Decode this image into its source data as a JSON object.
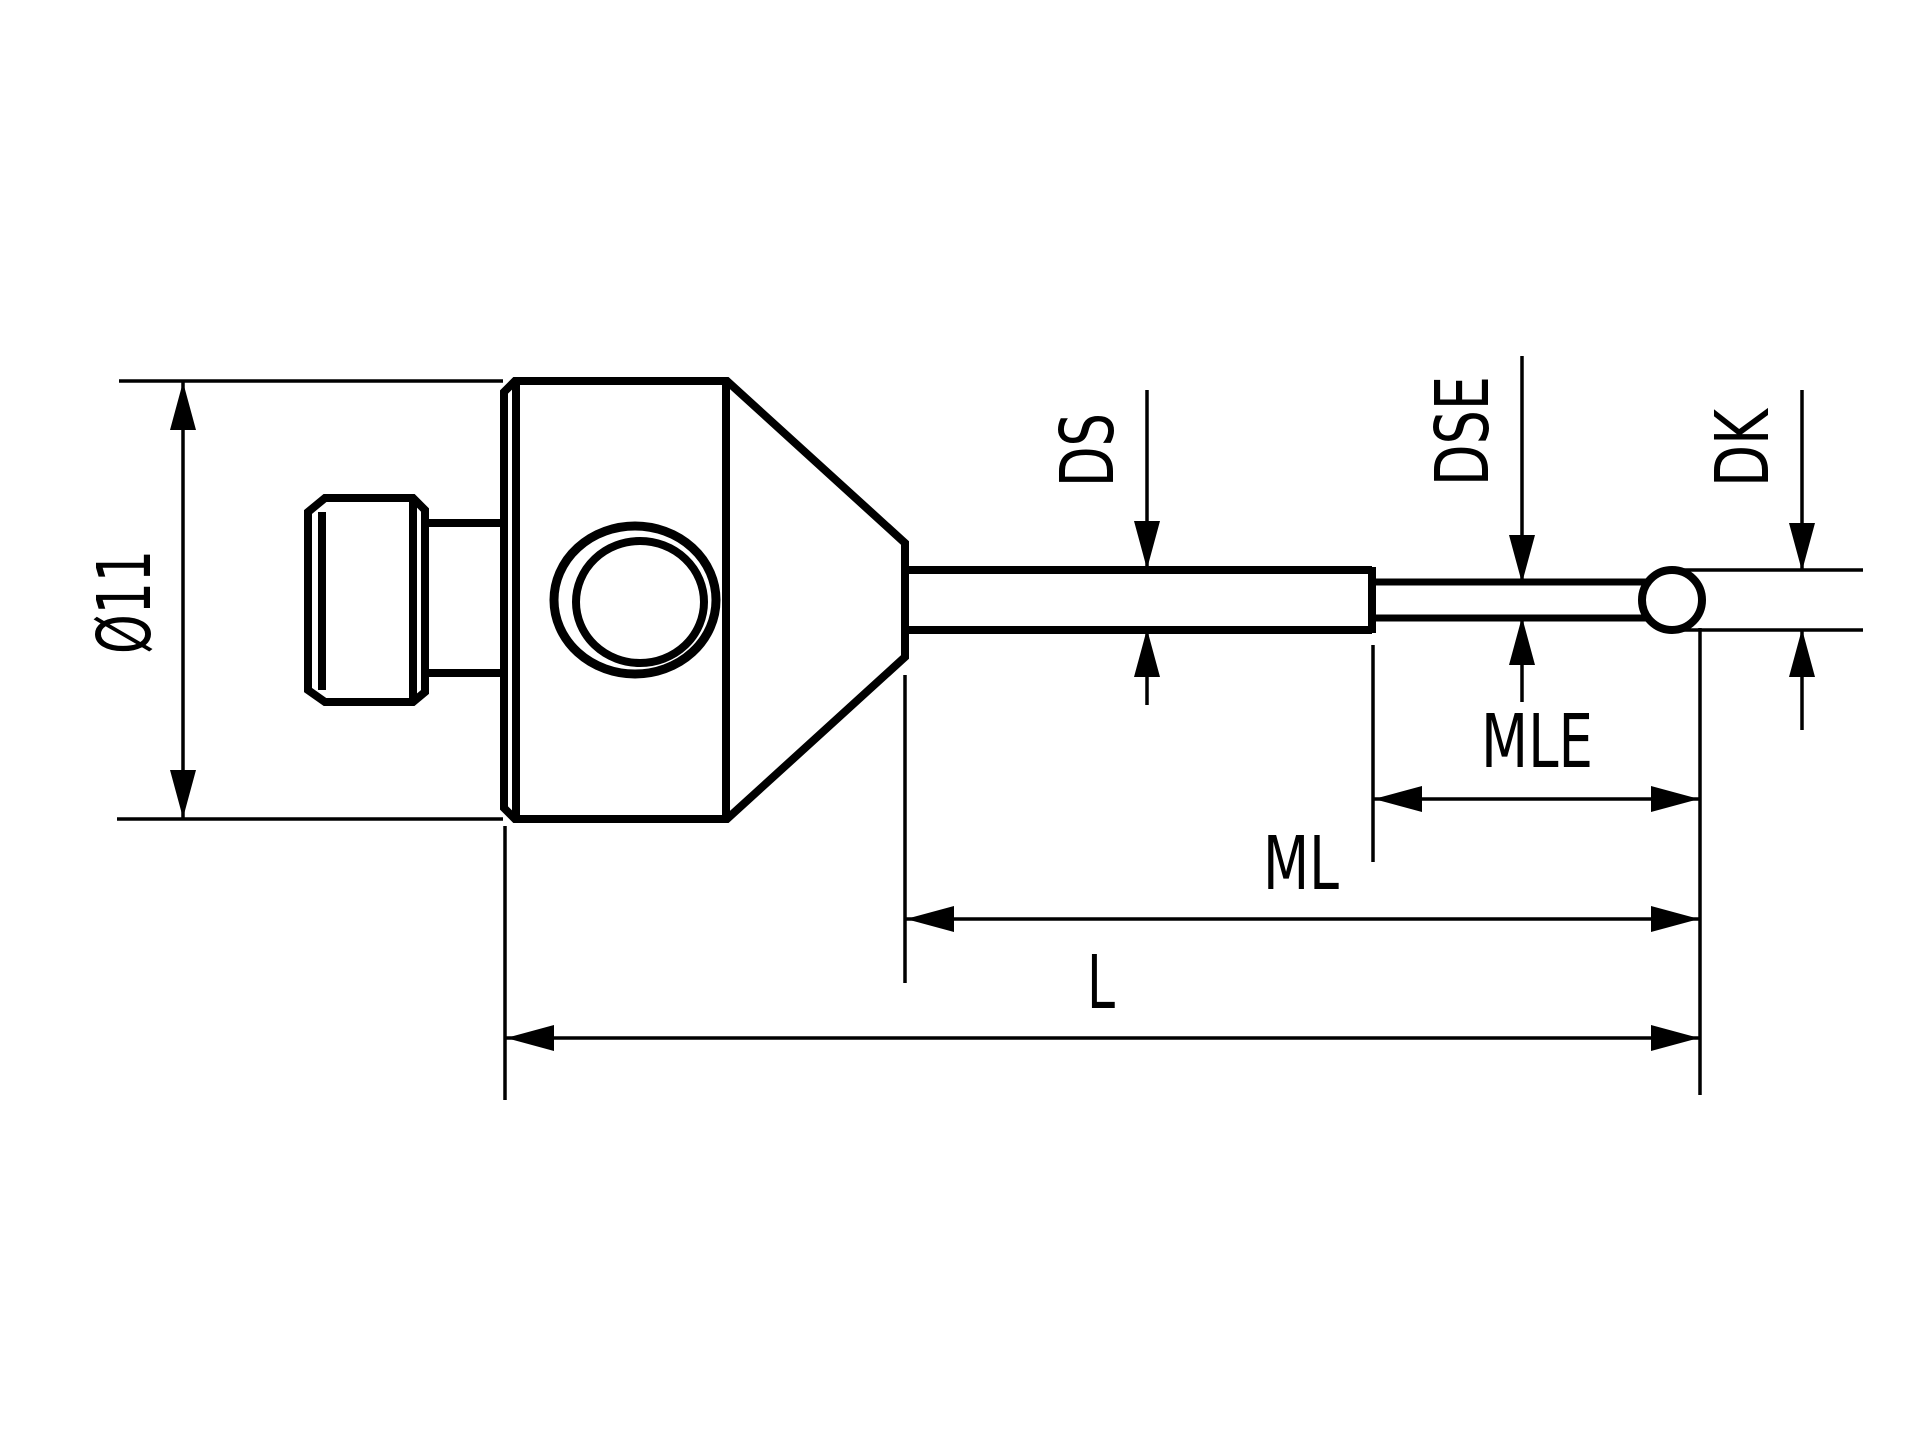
{
  "page": {
    "background_color": "#ffffff",
    "line_color": "#000000"
  },
  "drawing": {
    "description_labels": {
      "shank_diameter": "Ø11",
      "stem_diameter": "DS",
      "extension_stem_diameter": "DSE",
      "ball_diameter": "DK",
      "extension_measuring_length": "MLE",
      "measuring_length": "ML",
      "overall_length": "L"
    }
  }
}
